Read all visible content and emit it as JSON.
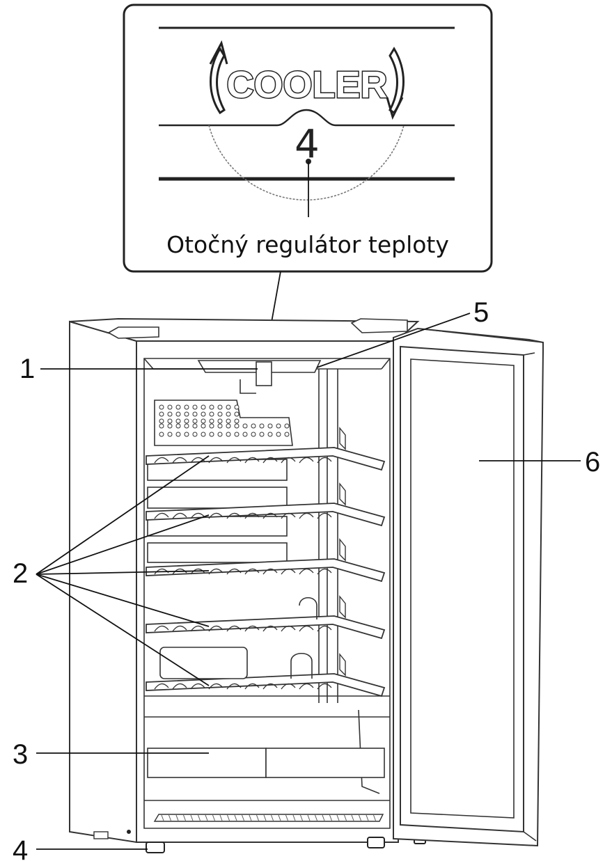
{
  "inset": {
    "brand_text": "COOLER",
    "dial_value": "4",
    "caption": "Otočný regulátor teploty"
  },
  "callouts": {
    "c1": "1",
    "c2": "2",
    "c3": "3",
    "c4": "4",
    "c5": "5",
    "c6": "6"
  }
}
